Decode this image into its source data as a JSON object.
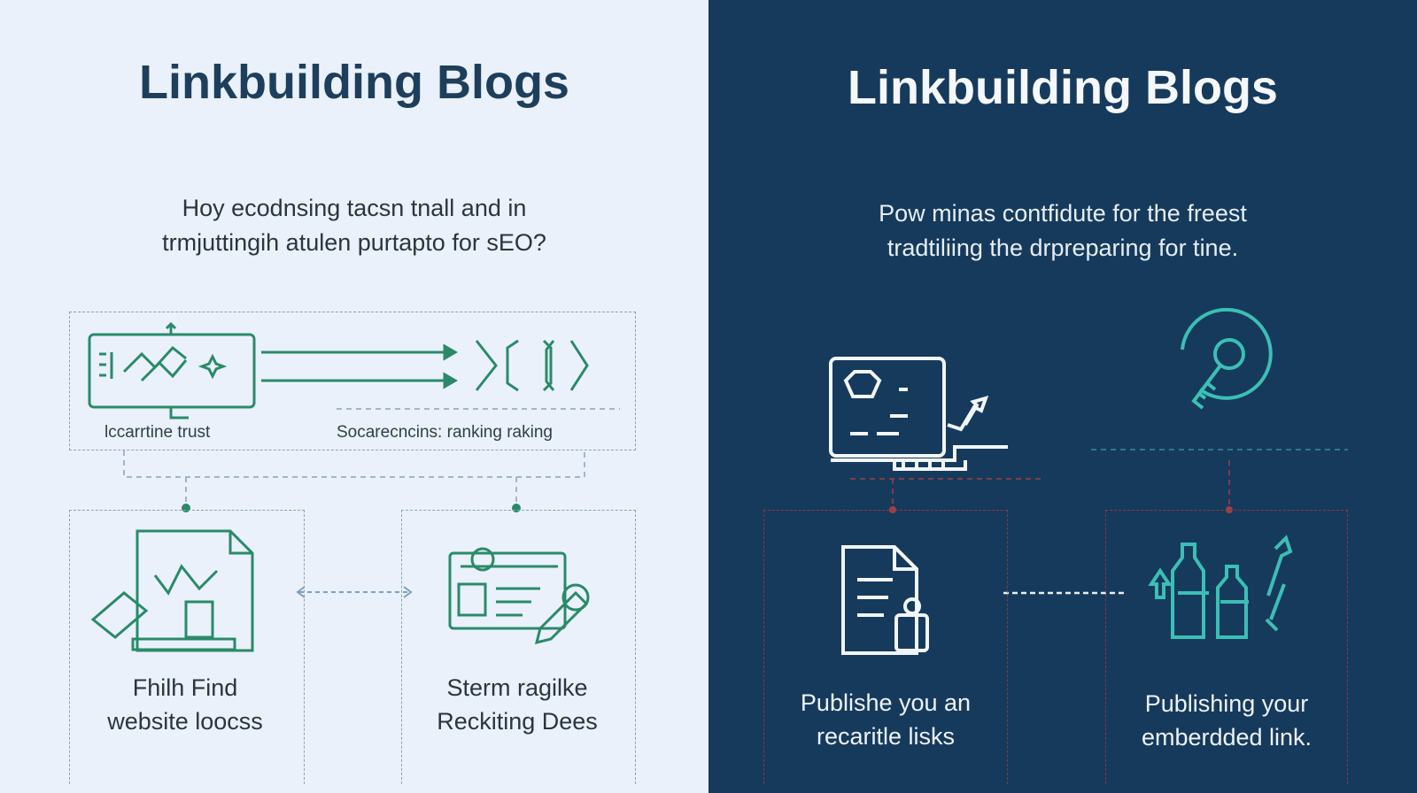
{
  "left": {
    "title": "Linkbuilding Blogs",
    "subtitle_line1": "Hoy ecodnsing tacsn tnall and in",
    "subtitle_line2": "trmjuttingih atulen purtapto for sEO?",
    "label_trust": "lccarrtine trust",
    "label_ranking": "Socarecncins: ranking raking",
    "card1_line1": "Fhilh Find",
    "card1_line2": "website loocss",
    "card2_line1": "Sterm ragilke",
    "card2_line2": "Reckiting Dees"
  },
  "right": {
    "title": "Linkbuilding Blogs",
    "subtitle_line1": "Pow minas contfidute for the freest",
    "subtitle_line2": "tradtiliing the drpreparing for tine.",
    "card1_line1": "Publishe you an",
    "card1_line2": "recaritle lisks",
    "card2_line1": "Publishing your",
    "card2_line2": "emberdded link."
  },
  "colors": {
    "left_bg": "#eaf1fb",
    "right_bg": "#163a5c",
    "green": "#2a8a68",
    "teal": "#3bbfb5",
    "red": "#8a3a3a"
  }
}
